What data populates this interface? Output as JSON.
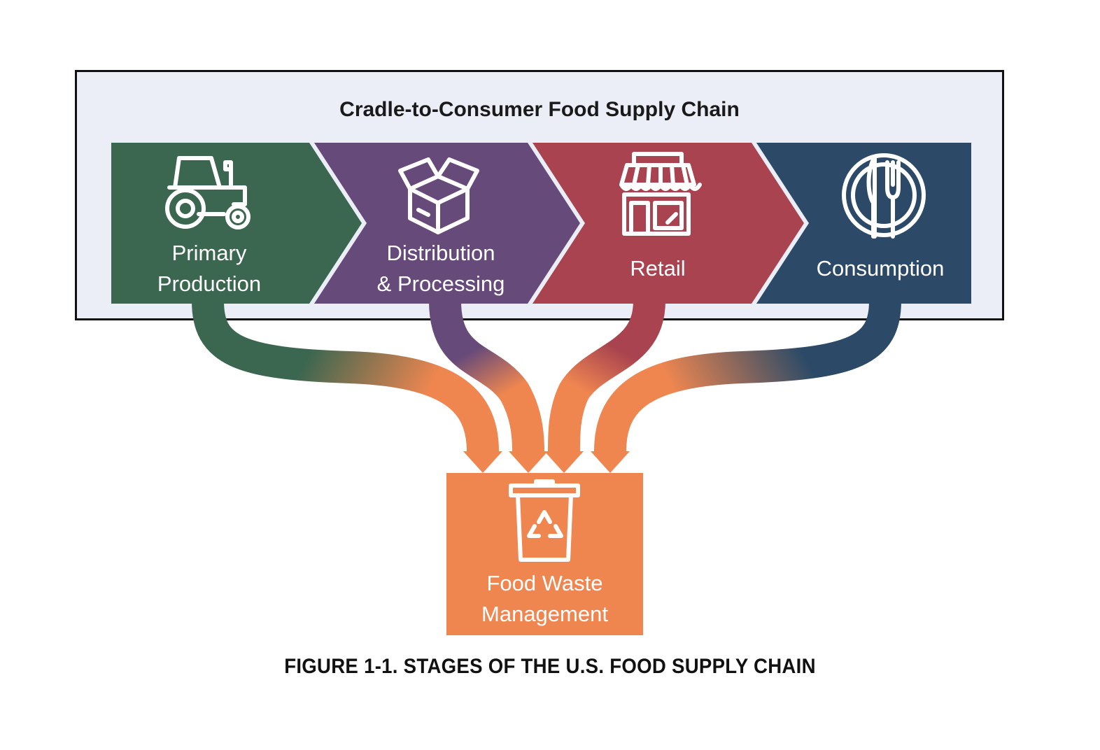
{
  "diagram": {
    "frame_title": "Cradle-to-Consumer Food Supply Chain",
    "stages": [
      {
        "label": "Primary\nProduction",
        "icon": "tractor-icon",
        "color": "#3b6650"
      },
      {
        "label": "Distribution\n& Processing",
        "icon": "box-icon",
        "color": "#664a7a"
      },
      {
        "label": "Retail",
        "icon": "store-icon",
        "color": "#a8434f"
      },
      {
        "label": "Consumption",
        "icon": "plate-cutlery-icon",
        "color": "#2c4a67"
      }
    ],
    "destination": {
      "label": "Food Waste\nManagement",
      "icon": "recycle-bin-icon",
      "color": "#ef8650"
    },
    "caption": "FIGURE 1-1. STAGES OF THE U.S. FOOD SUPPLY CHAIN"
  }
}
